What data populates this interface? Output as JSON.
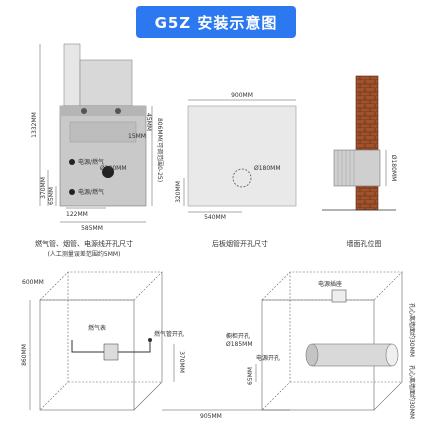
{
  "title": "G5Z 安装示意图",
  "panel1": {
    "height_dim": "1332MM",
    "side_dim": "806MM(可调范围0-25)",
    "dim_45": "45MM",
    "dim_15": "15MM",
    "power_gas_upper": "电源/燃气",
    "hole_dia": "Ø180MM",
    "dim_370": "370MM",
    "dim_65": "65MM",
    "power_gas_lower": "电源/燃气",
    "dim_122": "122MM",
    "dim_585": "585MM",
    "caption_line1": "燃气管、烟管、电源线开孔尺寸",
    "caption_line2": "(人工测量误差范围约5MM)"
  },
  "panel2": {
    "width_dim": "900MM",
    "hole_dia": "Ø180MM",
    "dim_320": "320MM",
    "dim_540": "540MM",
    "caption": "后板烟管开孔尺寸"
  },
  "panel3": {
    "dia": "Ø180MM",
    "caption": "墙面孔位图"
  },
  "bottom": {
    "dim_600": "600MM",
    "dim_860": "860MM",
    "gas_meter": "燃气表",
    "gas_pipe_hole": "燃气管开孔",
    "dim_370": "370MM",
    "cabinet_hole_label": "橱柜开孔",
    "cabinet_hole_dia": "Ø185MM",
    "power_hole": "电源开孔",
    "dim_65": "65MM",
    "power_socket": "电源插座",
    "dim_905": "905MM",
    "right_dim_1": "孔心离墙面约30MM",
    "right_dim_2": "孔心离墙面约30MM"
  }
}
